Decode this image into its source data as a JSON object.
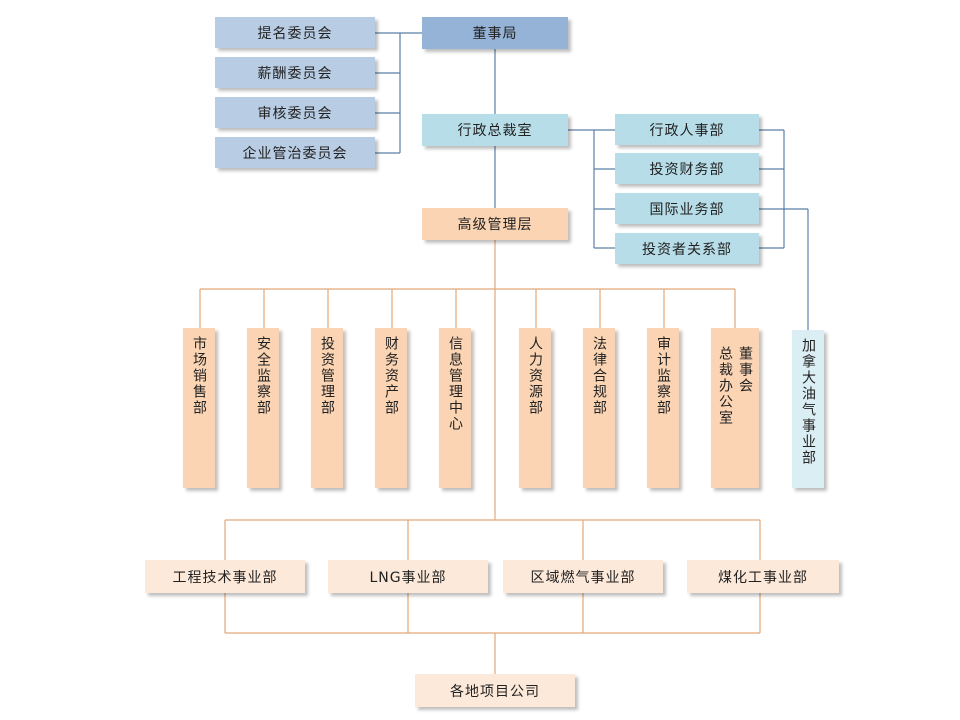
{
  "board": "董事局",
  "committees": [
    "提名委员会",
    "薪酬委员会",
    "审核委员会",
    "企业管治委员会"
  ],
  "president_office": "行政总裁室",
  "admin_depts": [
    "行政人事部",
    "投资财务部",
    "国际业务部",
    "投资者关系部"
  ],
  "senior_mgmt": "高级管理层",
  "departments": [
    "市场销售部",
    "安全监察部",
    "投资管理部",
    "财务资产部",
    "信息管理中心",
    "人力资源部",
    "法律合规部",
    "审计监察部"
  ],
  "gm_office": {
    "col1": "董事会",
    "col2": "总裁办公室"
  },
  "canada_unit": "加拿大油气事业部",
  "business_units": [
    "工程技术事业部",
    "LNG事业部",
    "区域燃气事业部",
    "煤化工事业部"
  ],
  "projects": "各地项目公司",
  "colors": {
    "line_blue": "#5b7fa8",
    "line_orange": "#e2a878",
    "box_blue": "#b8cce4",
    "box_blue_dark": "#95b3d7",
    "box_cyan": "#b7dde8",
    "box_peach": "#fbd4b4"
  }
}
